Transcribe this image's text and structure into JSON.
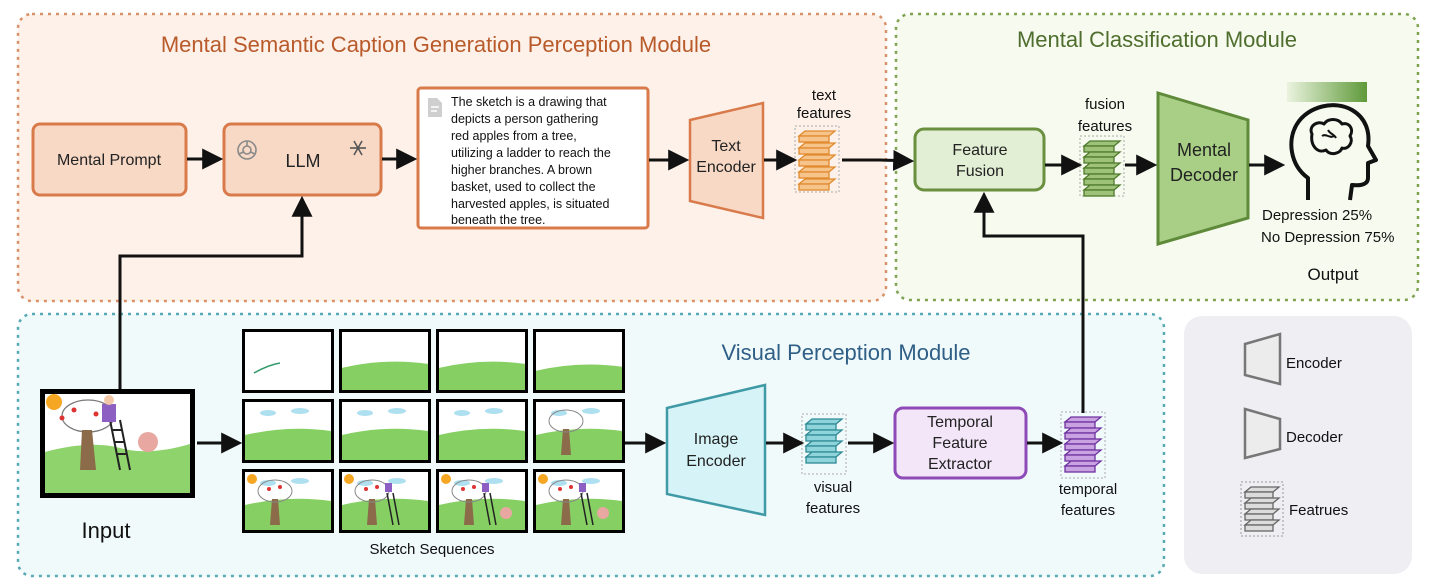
{
  "modules": {
    "caption": "Mental Semantic Caption Generation Perception Module",
    "classification": "Mental Classification Module",
    "visual": "Visual Perception Module"
  },
  "boxes": {
    "mental_prompt": "Mental Prompt",
    "llm": "LLM",
    "caption_lines": [
      "The sketch is a drawing that",
      "depicts a person gathering",
      "red apples from a tree,",
      "utilizing a ladder to reach the",
      "higher branches. A brown",
      "basket, used to collect the",
      "harvested apples, is situated",
      "beneath the tree."
    ],
    "text_encoder": [
      "Text",
      "Encoder"
    ],
    "feature_fusion": [
      "Feature",
      "Fusion"
    ],
    "mental_decoder": [
      "Mental",
      "Decoder"
    ],
    "image_encoder": [
      "Image",
      "Encoder"
    ],
    "temporal_extractor": [
      "Temporal",
      "Feature",
      "Extractor"
    ]
  },
  "labels": {
    "text_features": [
      "text",
      "features"
    ],
    "fusion_features": [
      "fusion",
      "features"
    ],
    "visual_features": [
      "visual",
      "features"
    ],
    "temporal_features": [
      "temporal",
      "features"
    ],
    "output_lines": [
      "Depression 25%",
      "No Depression 75%"
    ],
    "output": "Output",
    "input": "Input",
    "sketch_sequences": "Sketch Sequences"
  },
  "legend": {
    "encoder": "Encoder",
    "decoder": "Decoder",
    "features": "Featrues"
  },
  "colors": {
    "orange_border": "#d97a4a",
    "orange_fill": "#f8d9c6",
    "green_border": "#6a8f3e",
    "green_fill": "#bcd79c",
    "teal_border": "#3f9aa6",
    "teal_fill": "#d6f4f7",
    "purple_border": "#8e4bb8",
    "purple_fill": "#f3e6f8",
    "module1_title": "#b85a2a",
    "module2_title": "#4f6e2d",
    "module3_title": "#2f5f86"
  }
}
